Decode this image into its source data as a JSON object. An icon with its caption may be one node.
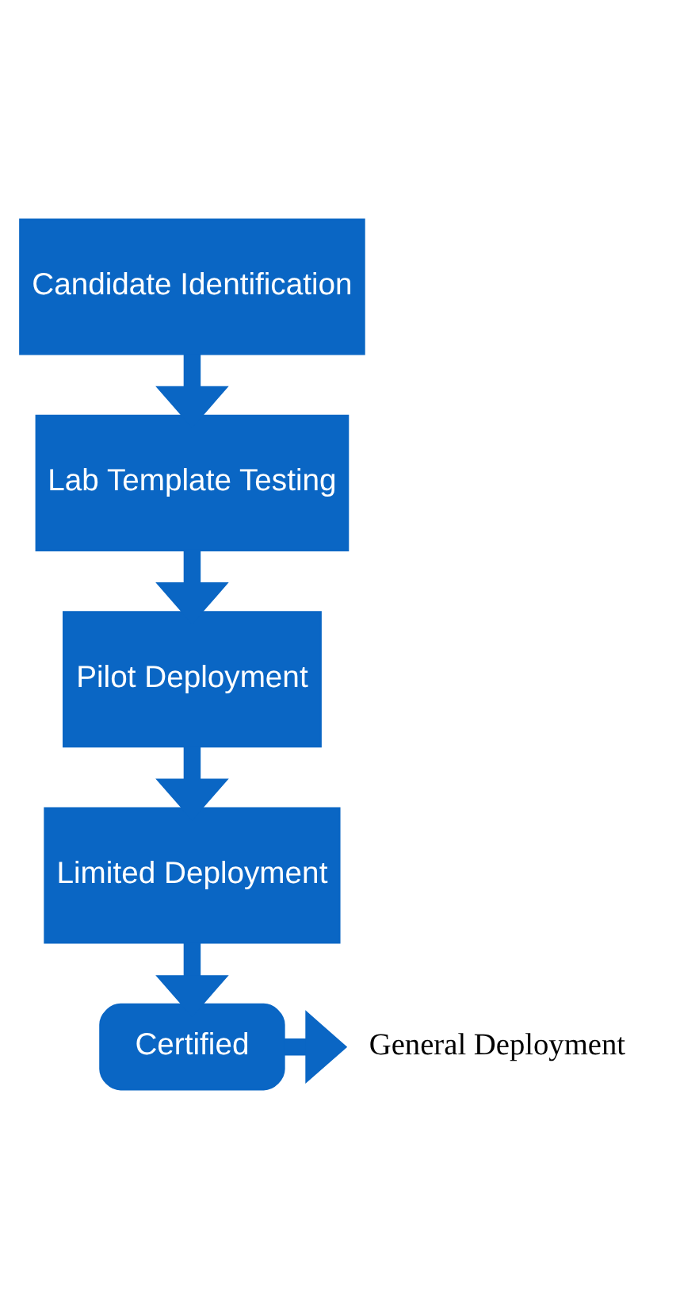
{
  "diagram": {
    "nodes": [
      {
        "text": [
          "Candidate Identification"
        ]
      },
      {
        "text": [
          "Lab Template Testing"
        ]
      },
      {
        "text": [
          "Pilot Deployment"
        ]
      },
      {
        "text": [
          "Limited Deployment"
        ]
      },
      {
        "text": [
          "Certified"
        ]
      },
      {
        "text": [
          "General Deployment"
        ]
      }
    ],
    "edges": [
      {
        "from": 0,
        "to": 1,
        "arrow": "to"
      },
      {
        "from": 1,
        "to": 2,
        "arrow": "to"
      },
      {
        "from": 2,
        "to": 3,
        "arrow": "to"
      },
      {
        "from": 3,
        "to": 4,
        "arrow": "to"
      },
      {
        "from": 4,
        "to": 5,
        "arrow": "to"
      }
    ]
  }
}
